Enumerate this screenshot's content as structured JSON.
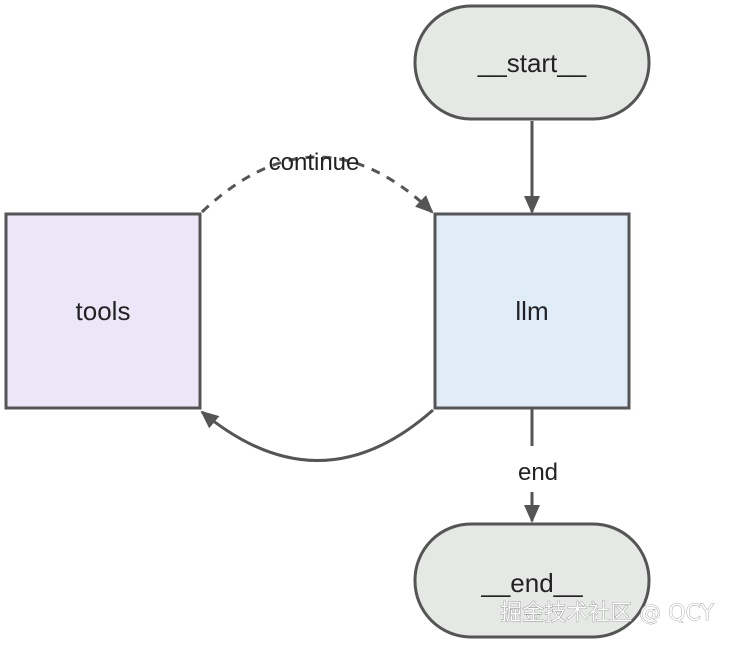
{
  "colors": {
    "stroke": "#555555",
    "terminal_fill": "#e6e8e6",
    "tools_fill": "#ebe7f8",
    "llm_fill": "#e1ecf9"
  },
  "nodes": {
    "start": {
      "label": "__start__"
    },
    "tools": {
      "label": "tools"
    },
    "llm": {
      "label": "llm"
    },
    "end": {
      "label": "__end__"
    }
  },
  "edges": {
    "continue": {
      "label": "continue"
    },
    "end": {
      "label": "end"
    }
  },
  "watermark": {
    "text": "掘金技术社区 @ QCY"
  }
}
